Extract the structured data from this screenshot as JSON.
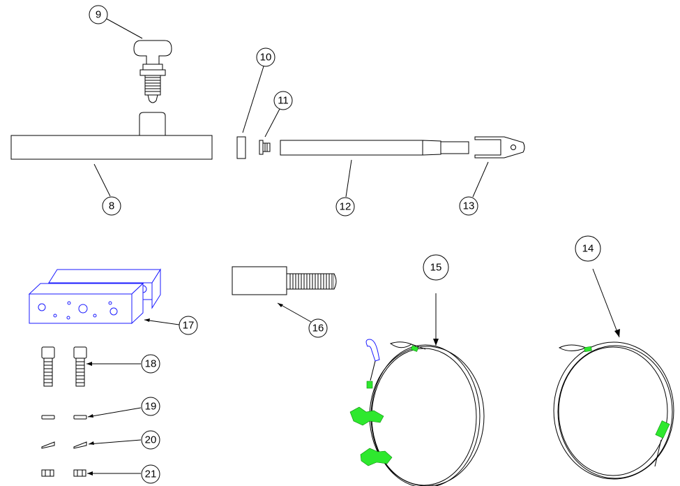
{
  "balloons": {
    "b8": "8",
    "b9": "9",
    "b10": "10",
    "b11": "11",
    "b12": "12",
    "b13": "13",
    "b14": "14",
    "b15": "15",
    "b16": "16",
    "b17": "17",
    "b18": "18",
    "b19": "19",
    "b20": "20",
    "b21": "21"
  },
  "colors": {
    "line": "#000000",
    "highlight_blue": "#1a1aff",
    "highlight_green": "#2ee82e"
  }
}
